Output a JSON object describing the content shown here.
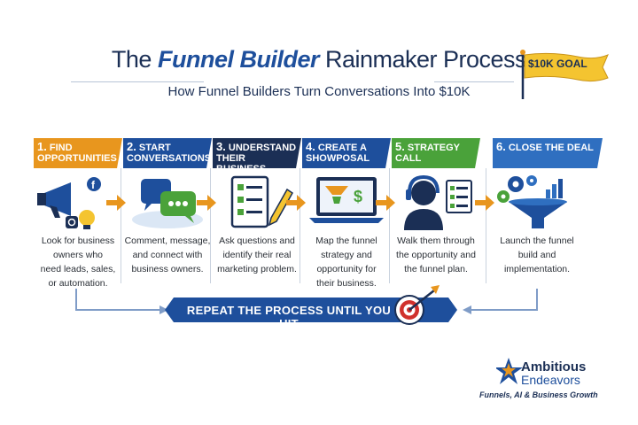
{
  "header": {
    "title_pre": "The",
    "title_highlight": "Funnel Builder",
    "title_post": "Rainmaker Process",
    "subtitle": "How Funnel Builders Turn Conversations Into $10K",
    "goal_badge": "$10K GOAL"
  },
  "steps": [
    {
      "number": "1.",
      "title": "FIND OPPORTUNITIES",
      "color": "#e8961e",
      "icon": "megaphone-icon",
      "desc": [
        "Look for business",
        "owners who",
        "need leads, sales,",
        "or automation."
      ]
    },
    {
      "number": "2.",
      "title": "START CONVERSATIONS",
      "color": "#1e4f9c",
      "icon": "chat-bubbles-icon",
      "desc": [
        "Comment, message,",
        "and connect with",
        "business owners."
      ]
    },
    {
      "number": "3.",
      "title": "UNDERSTAND THEIR BUSINESS",
      "color": "#1b2f55",
      "icon": "checklist-icon",
      "desc": [
        "Ask questions and",
        "identify their real",
        "marketing problem."
      ]
    },
    {
      "number": "4.",
      "title": "CREATE A SHOWPOSAL",
      "color": "#1e4f9c",
      "icon": "laptop-funnel-icon",
      "desc": [
        "Map the funnel",
        "strategy and",
        "opportunity for",
        "their business."
      ]
    },
    {
      "number": "5.",
      "title": "STRATEGY CALL",
      "color": "#4aa23a",
      "icon": "headset-icon",
      "desc": [
        "Walk them through",
        "the opportunity and",
        "the funnel plan."
      ]
    },
    {
      "number": "6.",
      "title": "CLOSE THE DEAL",
      "color": "#2f6fc0",
      "icon": "funnel-gears-icon",
      "desc": [
        "Launch the funnel",
        "build and",
        "implementation."
      ]
    }
  ],
  "repeat_banner": "REPEAT THE PROCESS UNTIL YOU HIT",
  "brand": {
    "name_line1": "Ambitious",
    "name_line2": "Endeavors",
    "tagline": "Funnels, AI & Business Growth"
  }
}
